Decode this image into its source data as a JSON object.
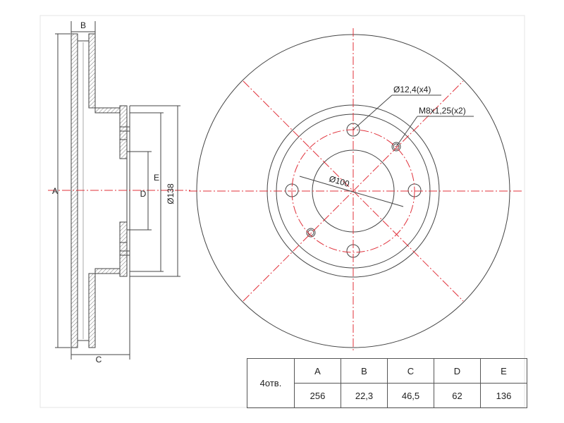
{
  "dimensions": {
    "a": "A",
    "b": "B",
    "c": "C",
    "d": "D",
    "e": "E",
    "inner_diameter": "Ø138",
    "pcd": "Ø100",
    "bolt_hole": "Ø12,4(x4)",
    "thread": "M8x1,25(x2)"
  },
  "table": {
    "holes_label": "4отв.",
    "headers": [
      "A",
      "B",
      "C",
      "D",
      "E"
    ],
    "values": [
      "256",
      "22,3",
      "46,5",
      "62",
      "136"
    ]
  },
  "colors": {
    "line": "#444444",
    "center_line": "#e0303a",
    "hatch": "#777777"
  }
}
